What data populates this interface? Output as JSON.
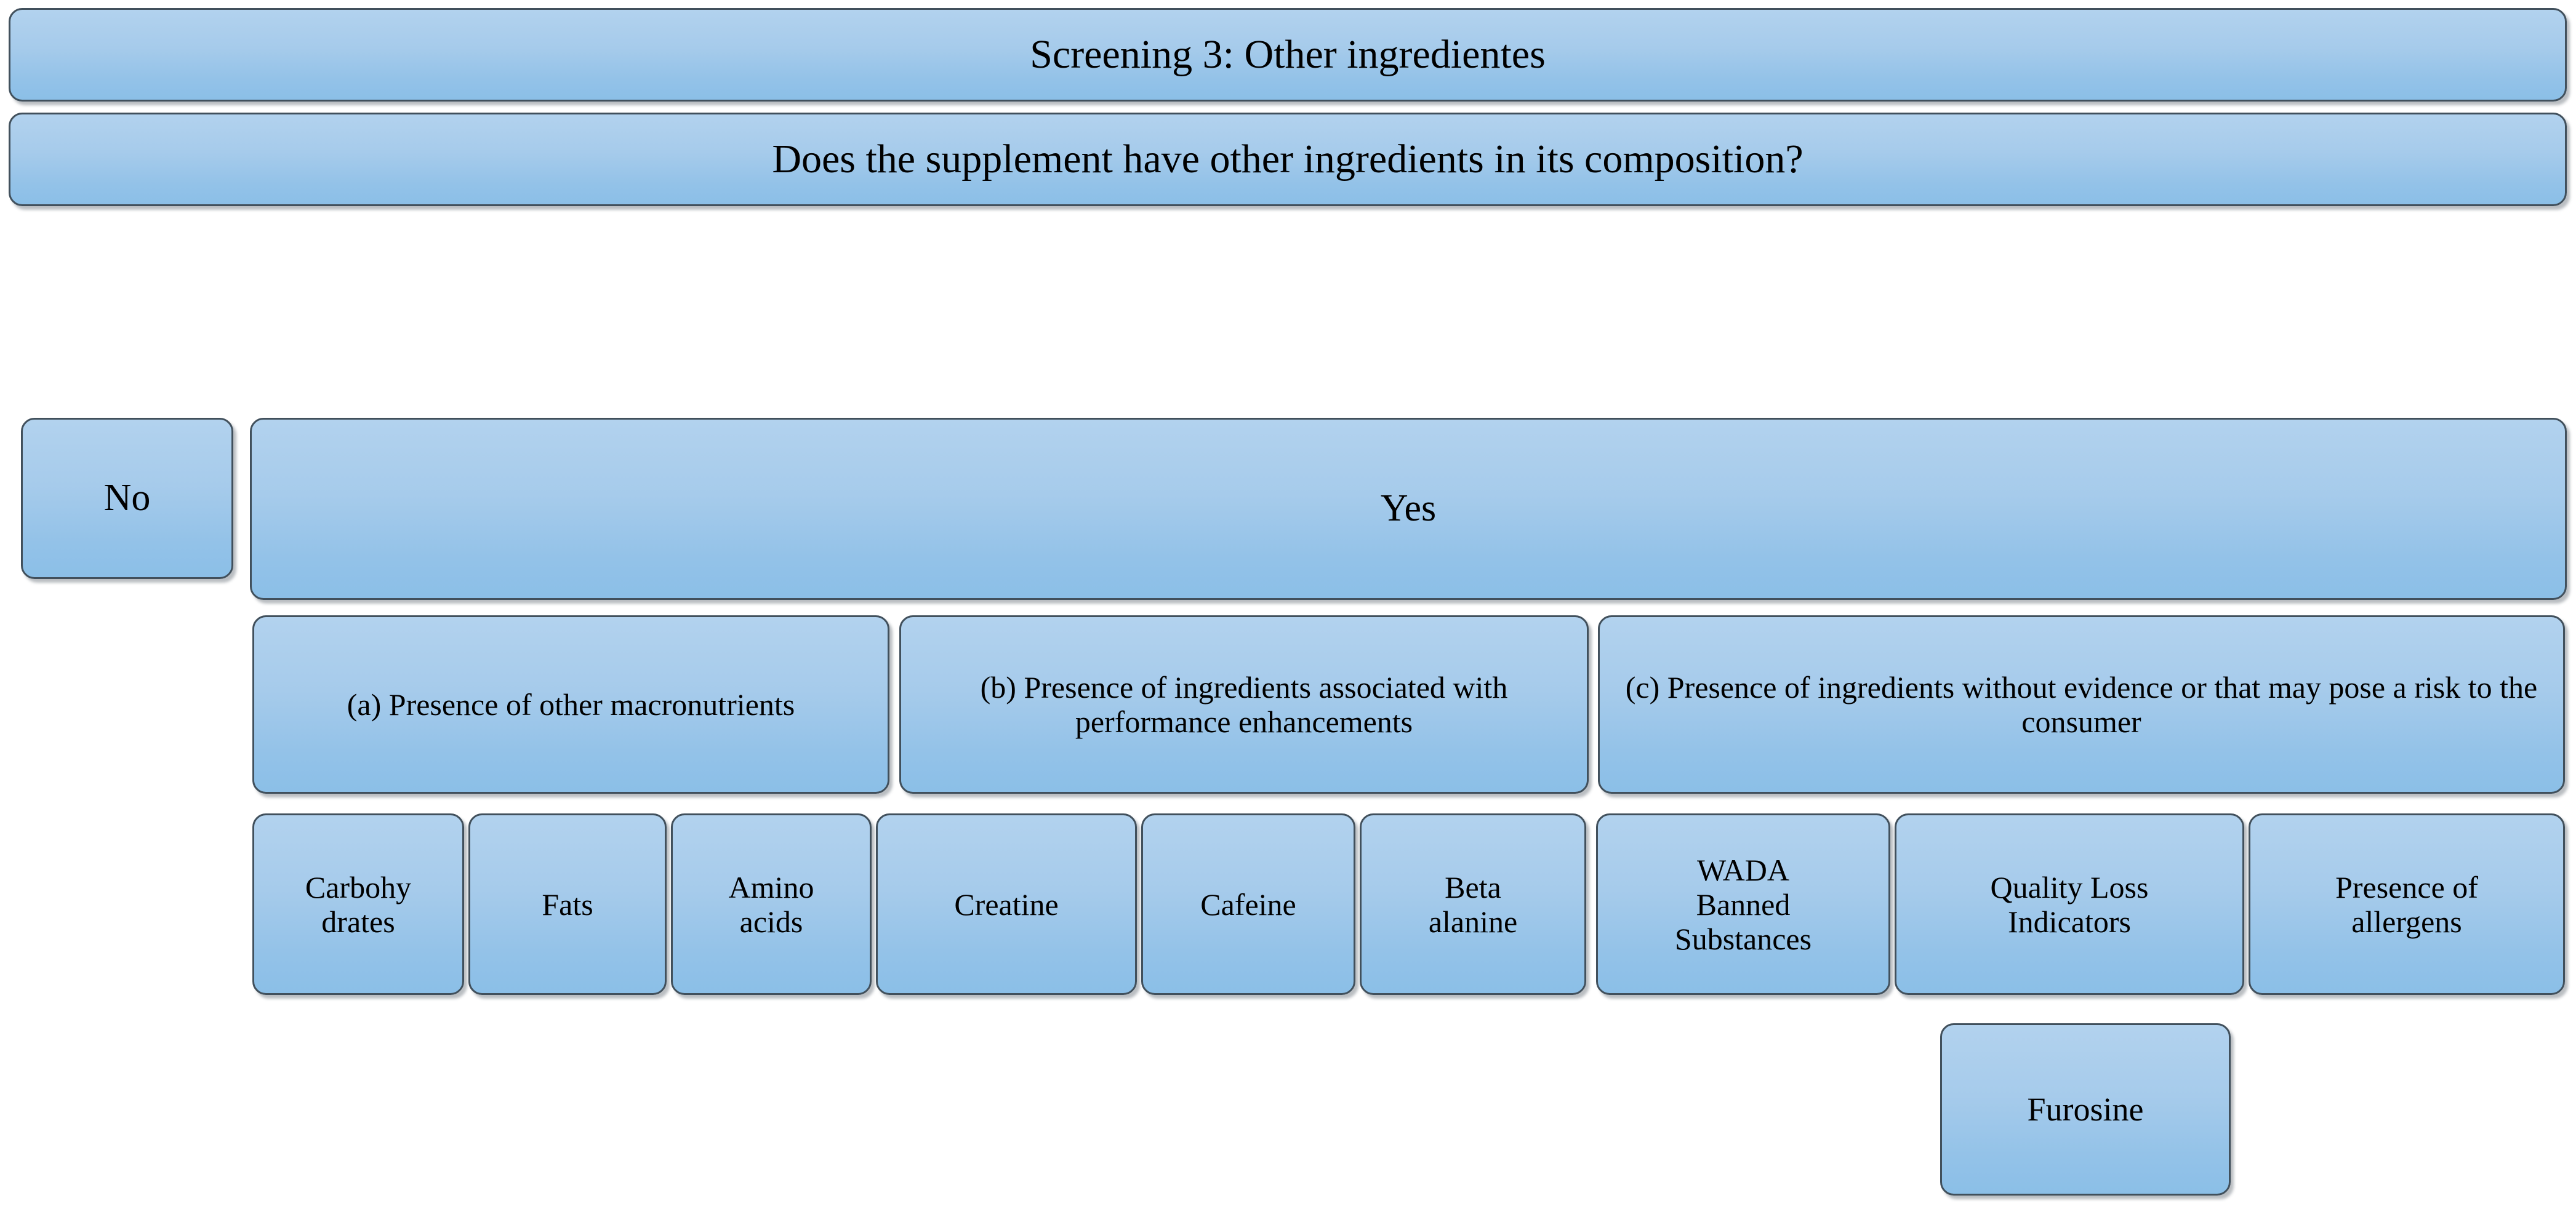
{
  "diagram": {
    "title": "Screening 3: Other ingredientes",
    "question": "Does the supplement have other ingredients in its composition?",
    "answers": {
      "no": "No",
      "yes": "Yes"
    },
    "categories": [
      {
        "id": "a",
        "label": "(a) Presence of other macronutrients"
      },
      {
        "id": "b",
        "label": "(b) Presence of ingredients associated with performance enhancements"
      },
      {
        "id": "c",
        "label": "(c) Presence of ingredients without evidence or that may pose a risk to the consumer"
      }
    ],
    "leaves": [
      {
        "id": "carbohydrates",
        "label": "Carbohy\ndrates",
        "parent": "a"
      },
      {
        "id": "fats",
        "label": "Fats",
        "parent": "a"
      },
      {
        "id": "amino-acids",
        "label": "Amino\nacids",
        "parent": "a"
      },
      {
        "id": "creatine",
        "label": "Creatine",
        "parent": "b"
      },
      {
        "id": "cafeine",
        "label": "Cafeine",
        "parent": "b"
      },
      {
        "id": "beta-alanine",
        "label": "Beta\nalanine",
        "parent": "b"
      },
      {
        "id": "wada-banned",
        "label": "WADA\nBanned\nSubstances",
        "parent": "c"
      },
      {
        "id": "quality-loss",
        "label": "Quality Loss\nIndicators",
        "parent": "c"
      },
      {
        "id": "allergens",
        "label": "Presence of\nallergens",
        "parent": "c"
      }
    ],
    "sub_leaves": [
      {
        "id": "furosine",
        "label": "Furosine",
        "parent": "quality-loss"
      }
    ],
    "colors": {
      "box_fill_top": "#B2D2EE",
      "box_fill_bottom": "#8BBFE7",
      "box_border": "#41505C",
      "text": "#000000",
      "background": "#FFFFFF"
    }
  }
}
